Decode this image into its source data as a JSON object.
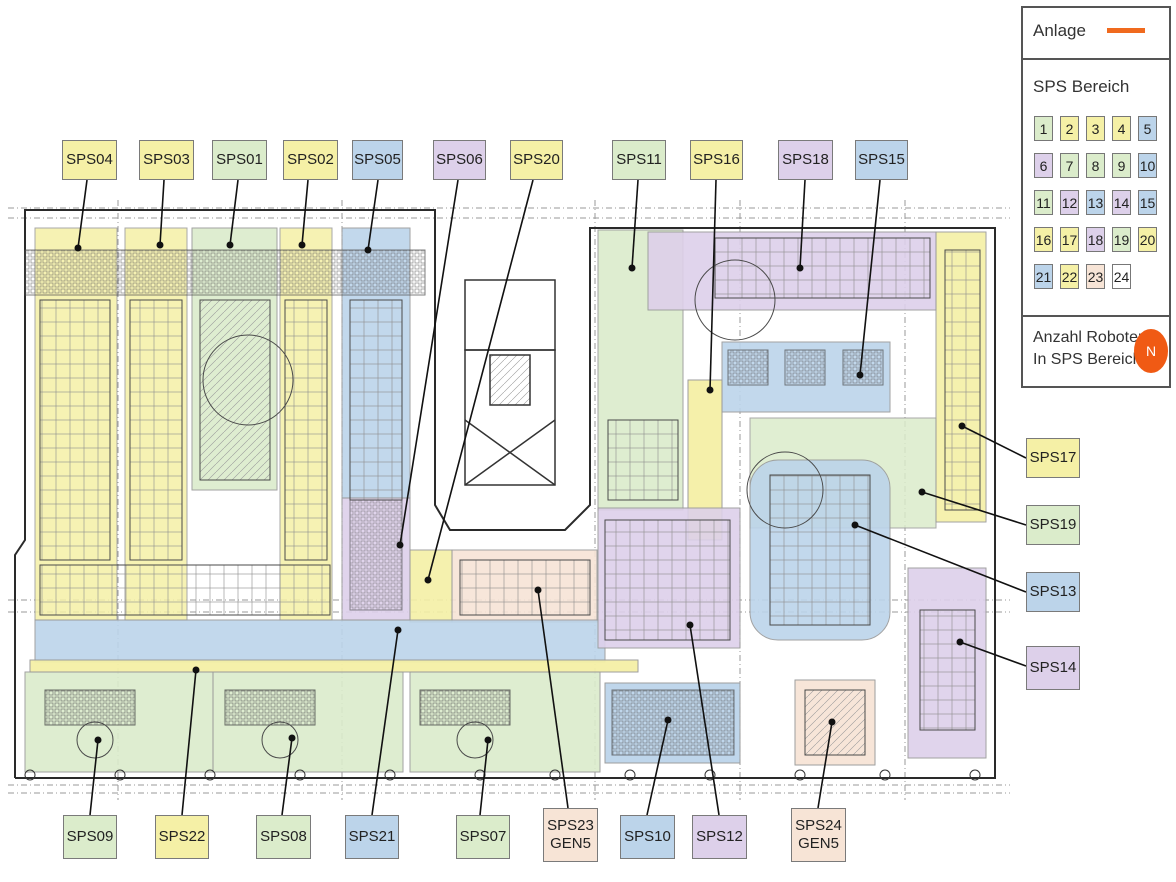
{
  "colors": {
    "yellow": "#f5f0a6",
    "green": "#dbeccb",
    "blue": "#bcd4ea",
    "purple": "#ddd0ea",
    "peach": "#f7e4d6",
    "anlage": "#f06a1e",
    "robot_badge": "#f05a14"
  },
  "labels": [
    {
      "id": "SPS04",
      "text": "SPS04",
      "color": "yellow"
    },
    {
      "id": "SPS03",
      "text": "SPS03",
      "color": "yellow"
    },
    {
      "id": "SPS01",
      "text": "SPS01",
      "color": "green"
    },
    {
      "id": "SPS02",
      "text": "SPS02",
      "color": "yellow"
    },
    {
      "id": "SPS05",
      "text": "SPS05",
      "color": "blue"
    },
    {
      "id": "SPS06",
      "text": "SPS06",
      "color": "purple"
    },
    {
      "id": "SPS20",
      "text": "SPS20",
      "color": "yellow"
    },
    {
      "id": "SPS11",
      "text": "SPS11",
      "color": "green"
    },
    {
      "id": "SPS16",
      "text": "SPS16",
      "color": "yellow"
    },
    {
      "id": "SPS18",
      "text": "SPS18",
      "color": "purple"
    },
    {
      "id": "SPS15",
      "text": "SPS15",
      "color": "blue"
    },
    {
      "id": "SPS17",
      "text": "SPS17",
      "color": "yellow"
    },
    {
      "id": "SPS19",
      "text": "SPS19",
      "color": "green"
    },
    {
      "id": "SPS13",
      "text": "SPS13",
      "color": "blue"
    },
    {
      "id": "SPS14",
      "text": "SPS14",
      "color": "purple"
    },
    {
      "id": "SPS09",
      "text": "SPS09",
      "color": "green"
    },
    {
      "id": "SPS22",
      "text": "SPS22",
      "color": "yellow"
    },
    {
      "id": "SPS08",
      "text": "SPS08",
      "color": "green"
    },
    {
      "id": "SPS21",
      "text": "SPS21",
      "color": "blue"
    },
    {
      "id": "SPS07",
      "text": "SPS07",
      "color": "green"
    },
    {
      "id": "SPS23",
      "text": "SPS23\nGEN5",
      "color": "peach"
    },
    {
      "id": "SPS10",
      "text": "SPS10",
      "color": "blue"
    },
    {
      "id": "SPS12",
      "text": "SPS12",
      "color": "purple"
    },
    {
      "id": "SPS24",
      "text": "SPS24\nGEN5",
      "color": "peach"
    }
  ],
  "legend": {
    "anlage_label": "Anlage",
    "sps_bereich_label": "SPS Bereich",
    "robots_label": "Anzahl Roboter\nIn SPS Bereich",
    "robots_badge_text": "N",
    "cells": [
      {
        "n": "1",
        "color": "green"
      },
      {
        "n": "2",
        "color": "yellow"
      },
      {
        "n": "3",
        "color": "yellow"
      },
      {
        "n": "4",
        "color": "yellow"
      },
      {
        "n": "5",
        "color": "blue"
      },
      {
        "n": "6",
        "color": "purple"
      },
      {
        "n": "7",
        "color": "green"
      },
      {
        "n": "8",
        "color": "green"
      },
      {
        "n": "9",
        "color": "green"
      },
      {
        "n": "10",
        "color": "blue"
      },
      {
        "n": "11",
        "color": "green"
      },
      {
        "n": "12",
        "color": "purple"
      },
      {
        "n": "13",
        "color": "blue"
      },
      {
        "n": "14",
        "color": "purple"
      },
      {
        "n": "15",
        "color": "blue"
      },
      {
        "n": "16",
        "color": "yellow"
      },
      {
        "n": "17",
        "color": "yellow"
      },
      {
        "n": "18",
        "color": "purple"
      },
      {
        "n": "19",
        "color": "green"
      },
      {
        "n": "20",
        "color": "yellow"
      },
      {
        "n": "21",
        "color": "blue"
      },
      {
        "n": "22",
        "color": "yellow"
      },
      {
        "n": "23",
        "color": "peach"
      },
      {
        "n": "24",
        "color": "white"
      }
    ]
  }
}
